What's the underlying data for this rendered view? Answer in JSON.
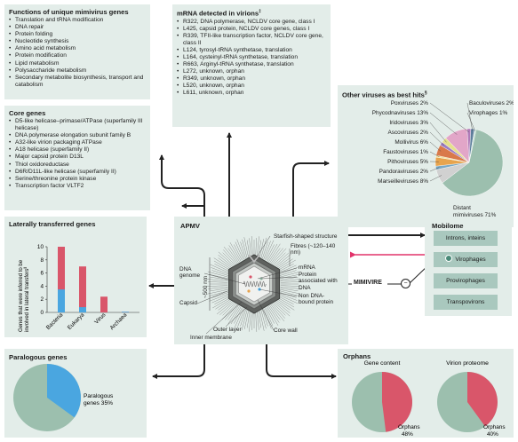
{
  "functions": {
    "title": "Functions of unique mimivirus genes",
    "items": [
      "Translation and tRNA modification",
      "DNA repair",
      "Protein folding",
      "Nucleotide synthesis",
      "Amino acid metabolism",
      "Protein modification",
      "Lipid metabolism",
      "Polysaccharide metabolism",
      "Secondary metabolite biosynthesis, transport and catabolism"
    ]
  },
  "core": {
    "title": "Core genes",
    "items": [
      "D5-like helicase–primase/ATPase (superfamily III helicase)",
      "DNA polymerase elongation subunit family B",
      "A32-like virion packaging ATPase",
      "A18 helicase (superfamily II)",
      "Major capsid protein D13L",
      "Thiol oxidoreductase",
      "D6R/D11L-like helicase (superfamily II)",
      "Serine/threonine protein kinase",
      "Transcription factor VLTF2"
    ]
  },
  "mrna": {
    "title": "mRNA detected in virions",
    "sup": "‡",
    "items": [
      "R322, DNA polymerase, NCLDV core gene, class I",
      "L425, capsid protein, NCLDV core genes, class I",
      "R339, TFII-like transcription factor, NCLDV core gene, class II",
      "L124, tyrosyl-tRNA synthetase, translation",
      "L164, cysteinyl-tRNA synthetase, translation",
      "R663, Arginyl-tRNA synthetase, translation",
      "L272, unknown, orphan",
      "R349, unknown, orphan",
      "L520, unknown, orphan",
      "L611, unknown, orphan"
    ]
  },
  "besthits": {
    "title": "Other viruses as best hits",
    "sup": "§",
    "slices": [
      {
        "label": "Distant mimiviruses",
        "value": 71,
        "text": "Distant mimiviruses 71%",
        "color": "#9cbfae"
      },
      {
        "label": "Marseilleviruses",
        "value": 8,
        "text": "Marseilleviruses 8%",
        "color": "#d1d1d1"
      },
      {
        "label": "Pandoraviruses",
        "value": 2,
        "text": "Pandoraviruses 2%",
        "color": "#7aa8c4"
      },
      {
        "label": "Pithoviruses",
        "value": 5,
        "text": "Pithoviruses 5%",
        "color": "#e7a44e"
      },
      {
        "label": "Faustoviruses",
        "value": 1,
        "text": "Faustoviruses 1%",
        "color": "#efe29a"
      },
      {
        "label": "Mollivirus",
        "value": 6,
        "text": "Mollivirus 6%",
        "color": "#d97a4a"
      },
      {
        "label": "Ascoviruses",
        "value": 2,
        "text": "Ascoviruses 2%",
        "color": "#9c7ec4"
      },
      {
        "label": "Iridoviruses",
        "value": 3,
        "text": "Iridoviruses 3%",
        "color": "#e5e18c"
      },
      {
        "label": "Phycodnaviruses",
        "value": 13,
        "text": "Phycodnaviruses 13%",
        "color": "#e2a6c8"
      },
      {
        "label": "Poxviruses",
        "value": 2,
        "text": "Poxviruses 2%",
        "color": "#b07bb8"
      },
      {
        "label": "Baculoviruses",
        "value": 2,
        "text": "Baculoviruses 2%",
        "color": "#5e7e9c"
      },
      {
        "label": "Virophages",
        "value": 1,
        "text": "Virophages 1%",
        "color": "#c0dcd2"
      }
    ]
  },
  "lateral": {
    "title": "Laterally transferred genes",
    "ylabel": "Genes that were inferred to be involved in lateral transfers",
    "ylabel_sup": "‖",
    "yticks": [
      0,
      2,
      4,
      6,
      8,
      10
    ],
    "ymax": 10,
    "categories": [
      "Bacteria",
      "Eukarya",
      "Virus",
      "Archaea"
    ],
    "bars": [
      {
        "total": 10,
        "blue": 3.5
      },
      {
        "total": 7,
        "blue": 0.8
      },
      {
        "total": 2.4,
        "blue": 0
      },
      {
        "total": 0.1,
        "blue": 0.1
      }
    ],
    "colors": {
      "red": "#d9566a",
      "blue": "#4aa6e0"
    }
  },
  "apmv": {
    "title": "APMV",
    "labels": {
      "starfish": "Starfish-shaped structure",
      "fibres": "Fibres (~120–140 nm)",
      "size": "~500 nm",
      "dna_genome": "DNA genome",
      "mrna": "mRNA",
      "protein_dna": "Protein associated with DNA",
      "non_dna": "Non DNA-bound protein",
      "capsid": "Capsid",
      "outer": "Outer layer",
      "inner": "Inner membrane",
      "core": "Core wall"
    }
  },
  "mobilome": {
    "title": "Mobilome",
    "items": [
      "Introns, inteins",
      "Virophages",
      "Provirophages",
      "Transpovirons"
    ],
    "mimivire": "MIMIVIRE",
    "minus": "−"
  },
  "paralogous": {
    "title": "Paralogous genes",
    "value": 35,
    "label_line1": "Paralogous",
    "label_line2": "genes 35%",
    "colors": {
      "main": "#9cbfae",
      "slice": "#4aa6e0"
    }
  },
  "orphans": {
    "title": "Orphans",
    "charts": [
      {
        "title": "Gene content",
        "value": 48,
        "line1": "Orphans",
        "line2": "48%"
      },
      {
        "title": "Virion proteome",
        "value": 40,
        "line1": "Orphans",
        "line2": "40%"
      }
    ],
    "colors": {
      "main": "#9cbfae",
      "slice": "#d9566a"
    }
  }
}
